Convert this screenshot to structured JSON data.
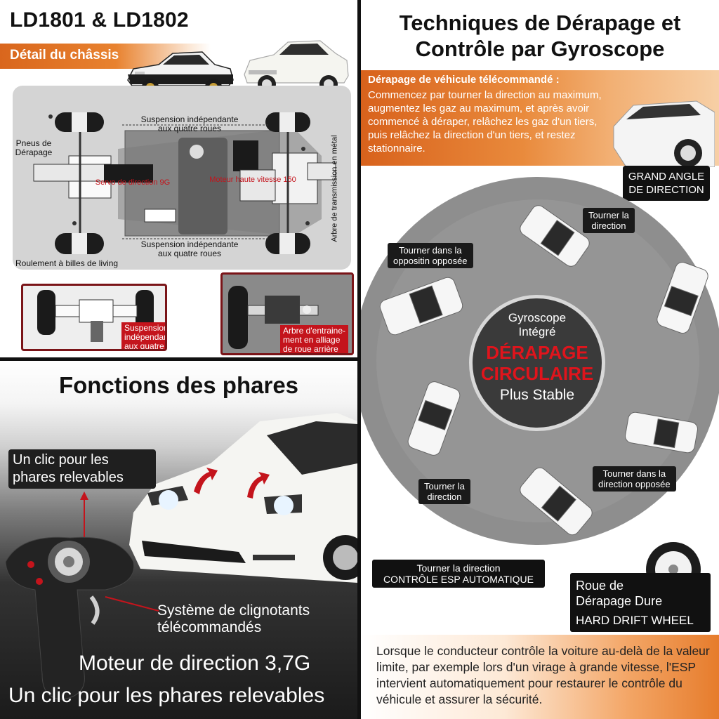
{
  "panel_chassis": {
    "title": "LD1801 & LD1802",
    "banner": "Détail du châssis",
    "labels": {
      "suspension_top_1": "Suspension indépendante",
      "suspension_top_2": "aux quatre roues",
      "pneus_1": "Pneus de",
      "pneus_2": "Dérapage",
      "servo": "Servo de direction 9G",
      "moteur": "Moteur haute vitesse 150",
      "arbre": "Arbre de transmission en métal",
      "suspension_bot_1": "Suspension indépendante",
      "suspension_bot_2": "aux quatre roues",
      "roulement": "Roulement à billes de living"
    },
    "sub_left": [
      "Suspension",
      "indépendante",
      "aux quatre roues"
    ],
    "sub_right": [
      "Arbre d'entraine-",
      "ment en alliage",
      "de roue arrière"
    ]
  },
  "panel_drift": {
    "title_line1": "Techniques de Dérapage et",
    "title_line2": "Contrôle par Gyroscope",
    "intro_head": "Dérapage de véhicule télécommandé :",
    "intro_text": "Commencez par tourner la direction au maximum, augmentez les gaz au maximum, et après avoir commencé à déraper, relâchez les gaz d'un tiers, puis relâchez la direction d'un tiers, et restez stationnaire.",
    "grand_angle_1": "GRAND ANGLE",
    "grand_angle_2": "DE DIRECTION",
    "tag_tourner_1": "Tourner la",
    "tag_tourner_2": "direction",
    "tag_opposite_1": "Tourner dans la",
    "tag_opposite_2": "oppositin opposée",
    "tag_opposite_r1": "Tourner dans la",
    "tag_opposite_r2": "direction opposée",
    "tag_tourner_b1": "Tourner la",
    "tag_tourner_b2": "direction",
    "center_1": "Gyroscope",
    "center_2": "Intégré",
    "center_3": "DÉRAPAGE",
    "center_4": "CIRCULAIRE",
    "center_5": "Plus Stable",
    "esp_1": "Tourner la direction",
    "esp_2": "CONTRÔLE ESP AUTOMATIQUE",
    "wheel_1": "Roue de",
    "wheel_2": "Dérapage Dure",
    "wheel_3": "HARD DRIFT WHEEL",
    "bottom_text": "Lorsque le conducteur contrôle la voiture au-delà de la valeur limite, par exemple lors d'un virage à grande vitesse, l'ESP intervient automatiquement pour restaurer le contrôle du véhicule et assurer la sécurité."
  },
  "panel_lights": {
    "title": "Fonctions des phares",
    "tag1_1": "Un clic pour les",
    "tag1_2": "phares relevables",
    "tag2_1": "Système de clignotants",
    "tag2_2": "télécommandés",
    "big1": "Moteur de direction 3,7G",
    "big2": "Un clic pour les phares relevables"
  },
  "colors": {
    "orange": "#e0702a",
    "red": "#c4141c",
    "dark": "#111111"
  }
}
